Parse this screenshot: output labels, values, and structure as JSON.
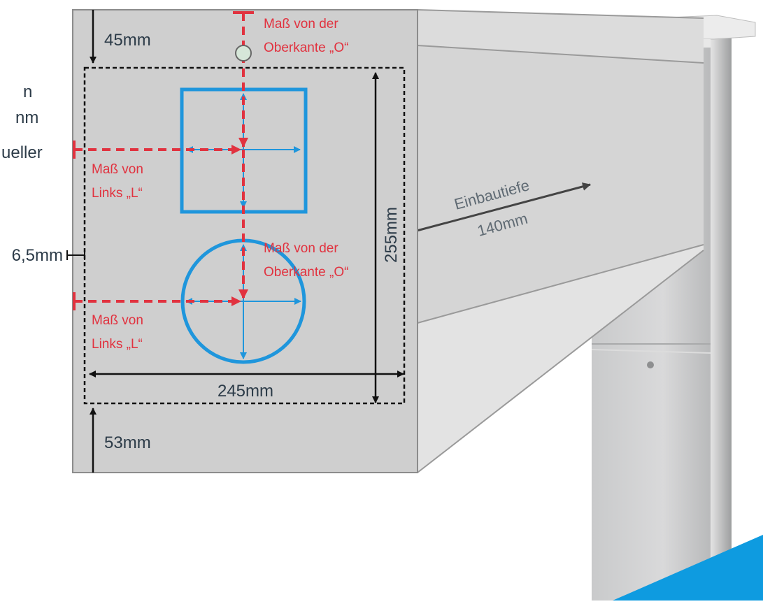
{
  "colors": {
    "panel": "#cfcfcf",
    "dimension_line": "#111111",
    "measure_red": "#e1323f",
    "shape_blue": "#1f96dc",
    "text_dark": "#2c3b48",
    "accent_blue": "#0e9be0"
  },
  "left_text": {
    "line1": "n",
    "line2": "nm",
    "line3": "ueller",
    "side_offset": "6,5mm"
  },
  "dimensions": {
    "top": "45mm",
    "bottom": "53mm",
    "width": "245mm",
    "height": "255mm",
    "depth_label": "Einbautiefe",
    "depth_value": "140mm"
  },
  "measures": {
    "top_measure_1": [
      "Maß von der",
      "Oberkante „O“"
    ],
    "left_measure_1": [
      "Maß von",
      "Links „L“"
    ],
    "top_measure_2": [
      "Maß von der",
      "Oberkante „O“"
    ],
    "left_measure_2": [
      "Maß von",
      "Links „L“"
    ]
  }
}
